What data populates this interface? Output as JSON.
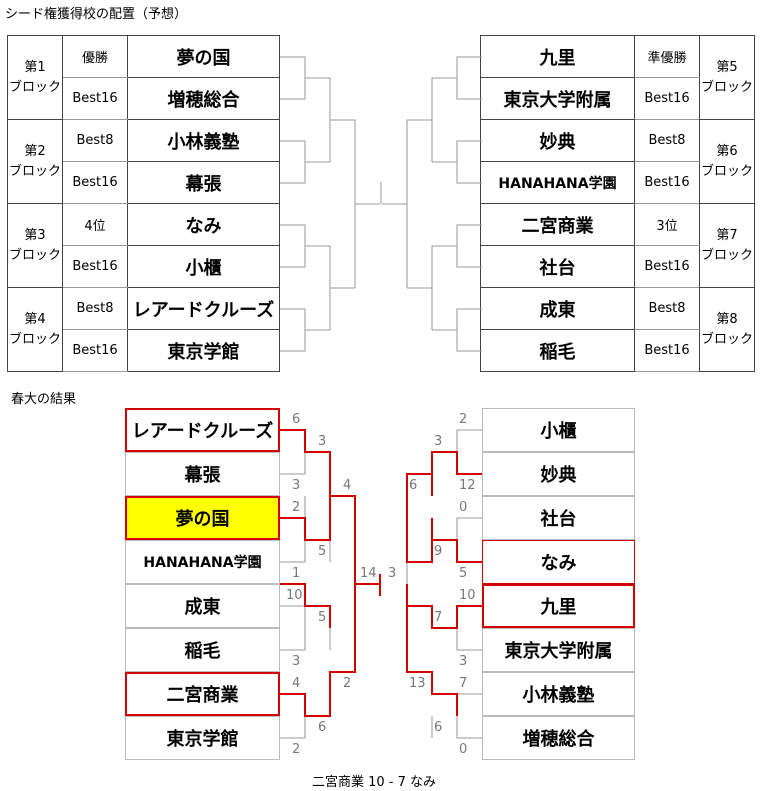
{
  "headings": {
    "seed_title": "シード権獲得校の配置（予想）",
    "spring_title": "春大の結果",
    "final_result": "二宮商業 10 - 7 なみ"
  },
  "colors": {
    "winner_line": "#d40000",
    "champion_fill": "#ffff00",
    "line": "#999999"
  },
  "seed_left": [
    {
      "block": [
        "第1",
        "ブロック"
      ],
      "rows": [
        {
          "rank": "優勝",
          "school": "夢の国"
        },
        {
          "rank": "Best16",
          "school": "増穂総合"
        }
      ]
    },
    {
      "block": [
        "第2",
        "ブロック"
      ],
      "rows": [
        {
          "rank": "Best8",
          "school": "小林義塾"
        },
        {
          "rank": "Best16",
          "school": "幕張"
        }
      ]
    },
    {
      "block": [
        "第3",
        "ブロック"
      ],
      "rows": [
        {
          "rank": "4位",
          "school": "なみ"
        },
        {
          "rank": "Best16",
          "school": "小櫃"
        }
      ]
    },
    {
      "block": [
        "第4",
        "ブロック"
      ],
      "rows": [
        {
          "rank": "Best8",
          "school": "レアードクルーズ"
        },
        {
          "rank": "Best16",
          "school": "東京学館"
        }
      ]
    }
  ],
  "seed_right": [
    {
      "block": [
        "第5",
        "ブロック"
      ],
      "rows": [
        {
          "rank": "準優勝",
          "school": "九里"
        },
        {
          "rank": "Best16",
          "school": "東京大学附属"
        }
      ]
    },
    {
      "block": [
        "第6",
        "ブロック"
      ],
      "rows": [
        {
          "rank": "Best8",
          "school": "妙典"
        },
        {
          "rank": "Best16",
          "school": "HANAHANA学園"
        }
      ]
    },
    {
      "block": [
        "第7",
        "ブロック"
      ],
      "rows": [
        {
          "rank": "3位",
          "school": "二宮商業"
        },
        {
          "rank": "Best16",
          "school": "社台"
        }
      ]
    },
    {
      "block": [
        "第8",
        "ブロック"
      ],
      "rows": [
        {
          "rank": "Best8",
          "school": "成東"
        },
        {
          "rank": "Best16",
          "school": "稲毛"
        }
      ]
    }
  ],
  "result_left": [
    "レアードクルーズ",
    "幕張",
    "夢の国",
    "HANAHANA学園",
    "成東",
    "稲毛",
    "二宮商業",
    "東京学館"
  ],
  "result_right": [
    "小櫃",
    "妙典",
    "社台",
    "なみ",
    "九里",
    "東京大学附属",
    "小林義塾",
    "増穂総合"
  ],
  "scores_left": {
    "r1": [
      "6",
      "3",
      "2",
      "1",
      "10",
      "3",
      "4",
      "2"
    ],
    "r2": [
      "3",
      "5",
      "5",
      "6"
    ],
    "r3": [
      "4",
      "2"
    ],
    "final": "14"
  },
  "scores_right": {
    "r1": [
      "2",
      "12",
      "0",
      "5",
      "10",
      "3",
      "7",
      "0"
    ],
    "r2": [
      "3",
      "9",
      "7",
      "6"
    ],
    "r3": [
      "6",
      "13"
    ],
    "final": "3"
  }
}
